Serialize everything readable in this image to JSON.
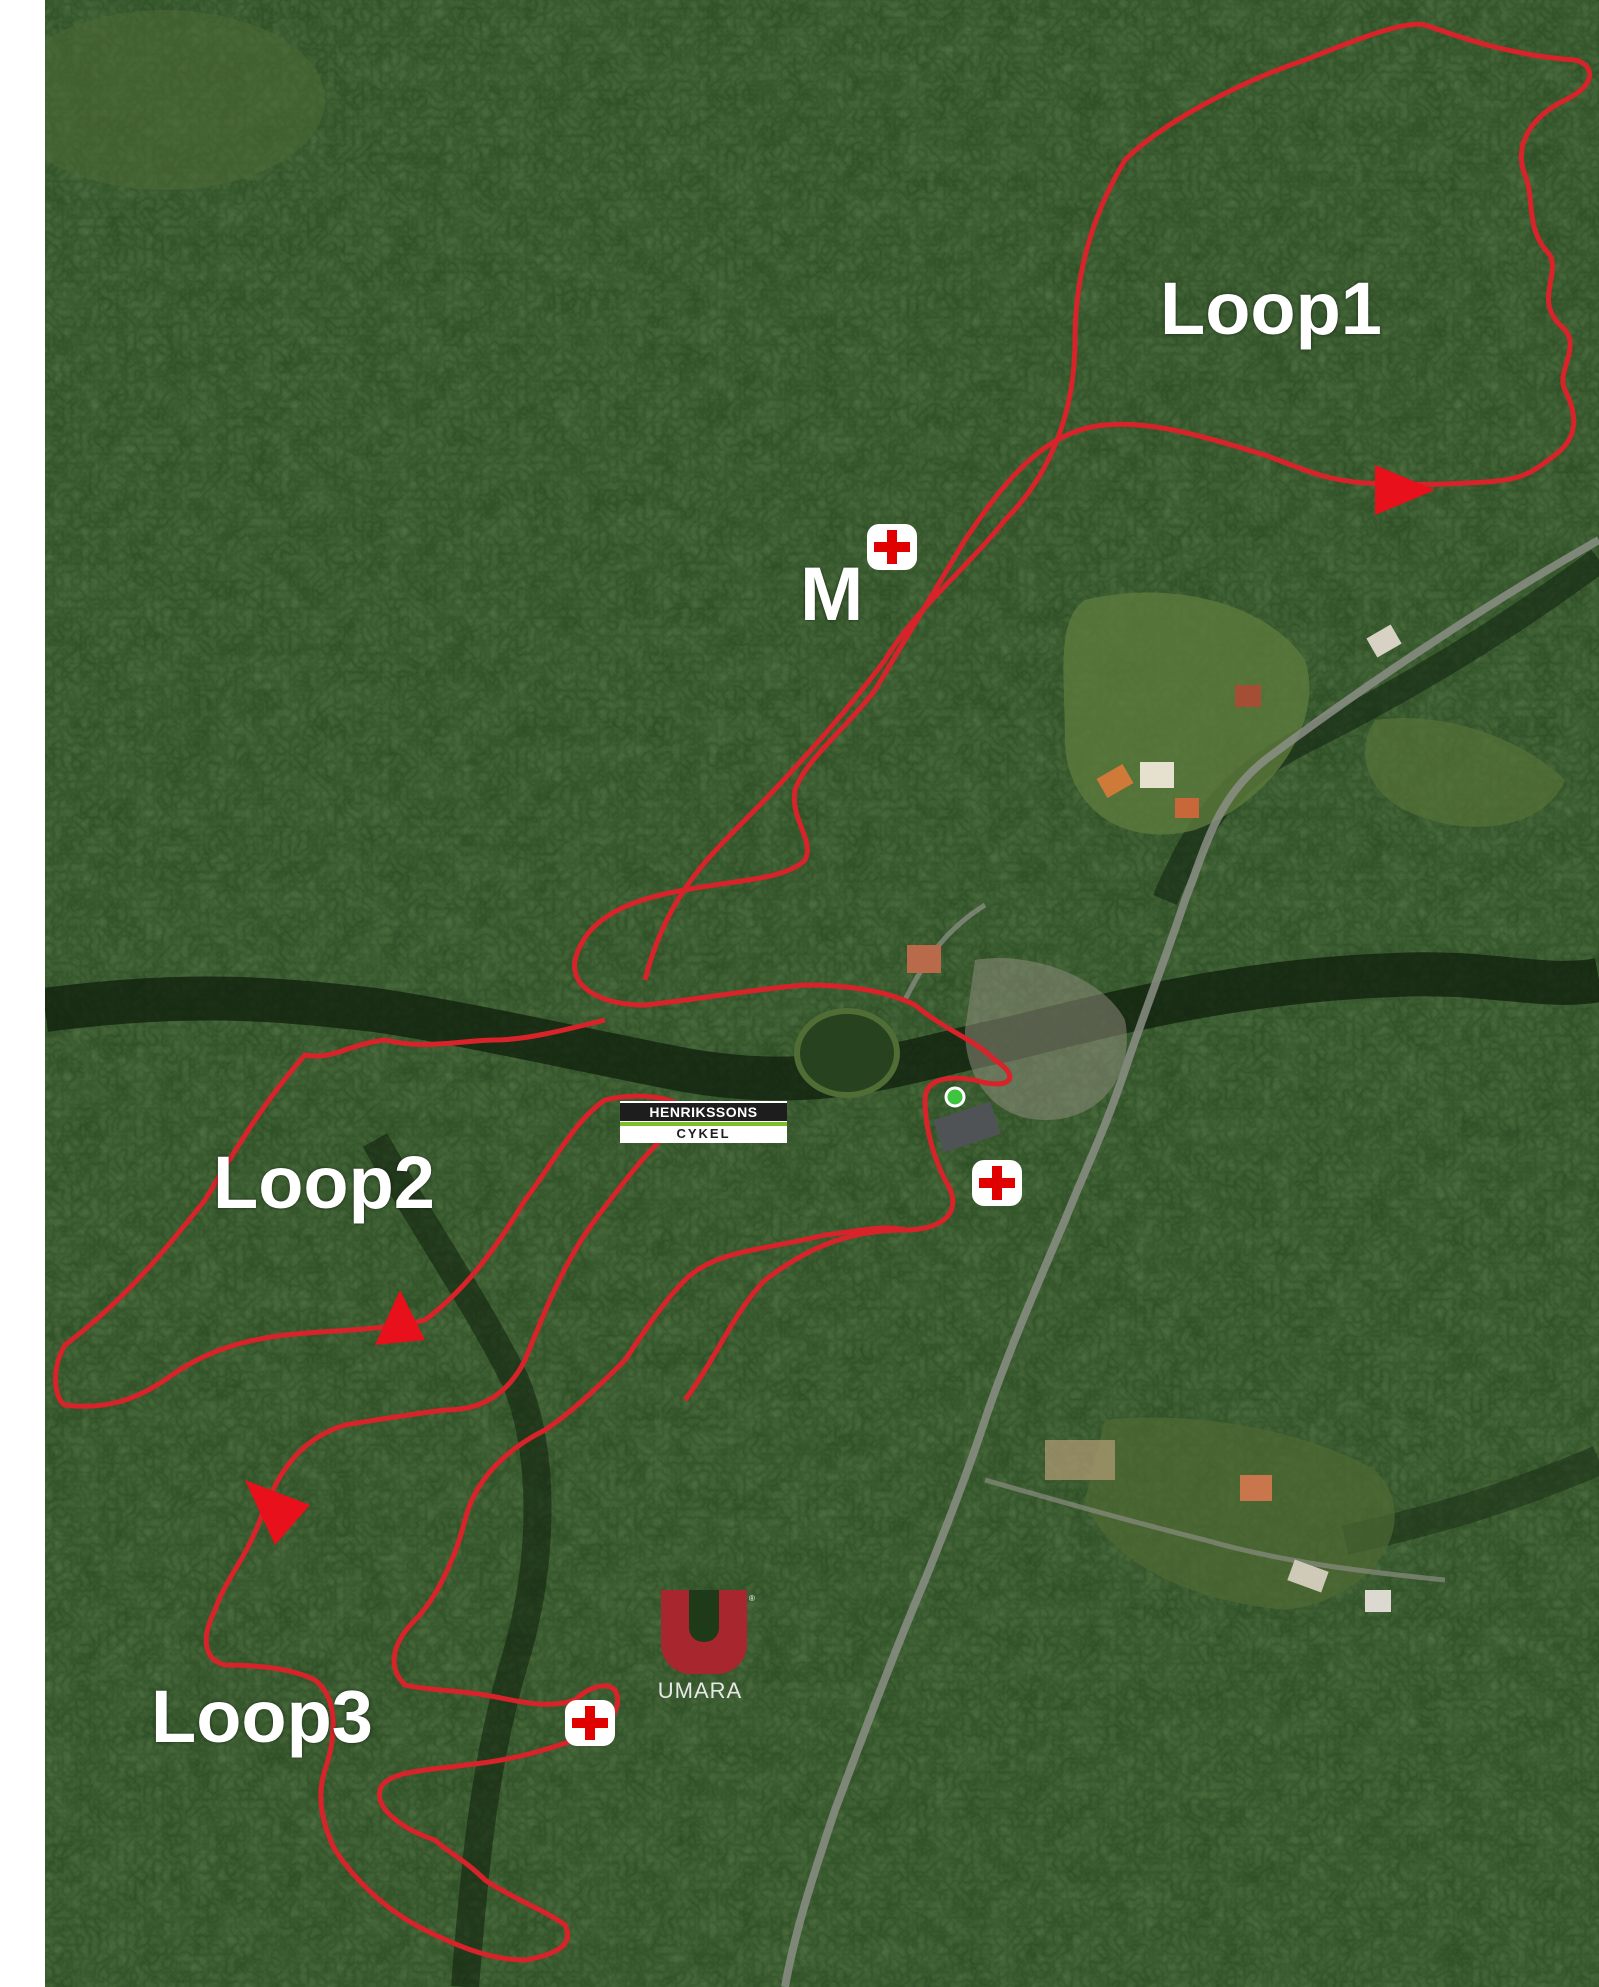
{
  "map": {
    "type": "aerial race course map",
    "route_color": "#d8232a",
    "loops": [
      {
        "label": "Loop1"
      },
      {
        "label": "Loop2"
      },
      {
        "label": "Loop3"
      }
    ],
    "marker_m": {
      "label": "M"
    },
    "aid_stations": [
      {
        "icon": "red-cross-icon"
      },
      {
        "icon": "red-cross-icon"
      },
      {
        "icon": "red-cross-icon"
      }
    ],
    "start_marker": {
      "icon": "green-circle-icon",
      "color": "#3ec43e"
    },
    "sponsors": {
      "henrikssons_line1": "HENRIKSSONS",
      "henrikssons_line2": "CYKEL",
      "umara_name": "UMARA",
      "umara_mark": "U",
      "umara_tm": "®"
    }
  }
}
